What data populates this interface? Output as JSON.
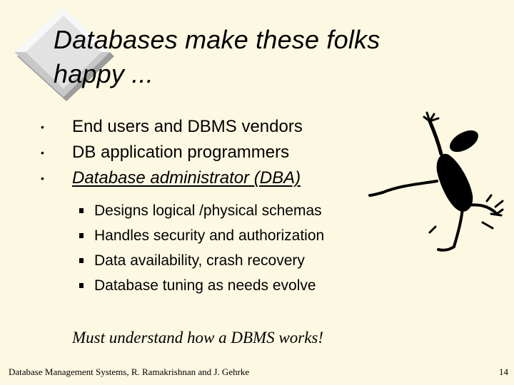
{
  "slide": {
    "title": "Databases make these folks happy ...",
    "bullets": [
      {
        "text": "End users and DBMS vendors"
      },
      {
        "text": "DB application programmers"
      },
      {
        "text": "Database administrator (DBA)"
      }
    ],
    "subbullets": [
      {
        "text": "Designs logical /physical schemas"
      },
      {
        "text": "Handles security and authorization"
      },
      {
        "text": "Data availability, crash recovery"
      },
      {
        "text": "Database tuning as needs evolve"
      }
    ],
    "tagline": "Must understand how a DBMS works!",
    "footer": "Database Management Systems, R. Ramakrishnan and J. Gehrke",
    "page_number": "14",
    "bullet_glyph": "•",
    "colors": {
      "background": "#fdf8e2",
      "text": "#000000",
      "logo_light": "#e9e9e9",
      "logo_shadow": "#a6a6a6"
    },
    "icons": {
      "logo": "diamond-logo-icon",
      "figure": "happy-dancing-person-icon"
    }
  }
}
